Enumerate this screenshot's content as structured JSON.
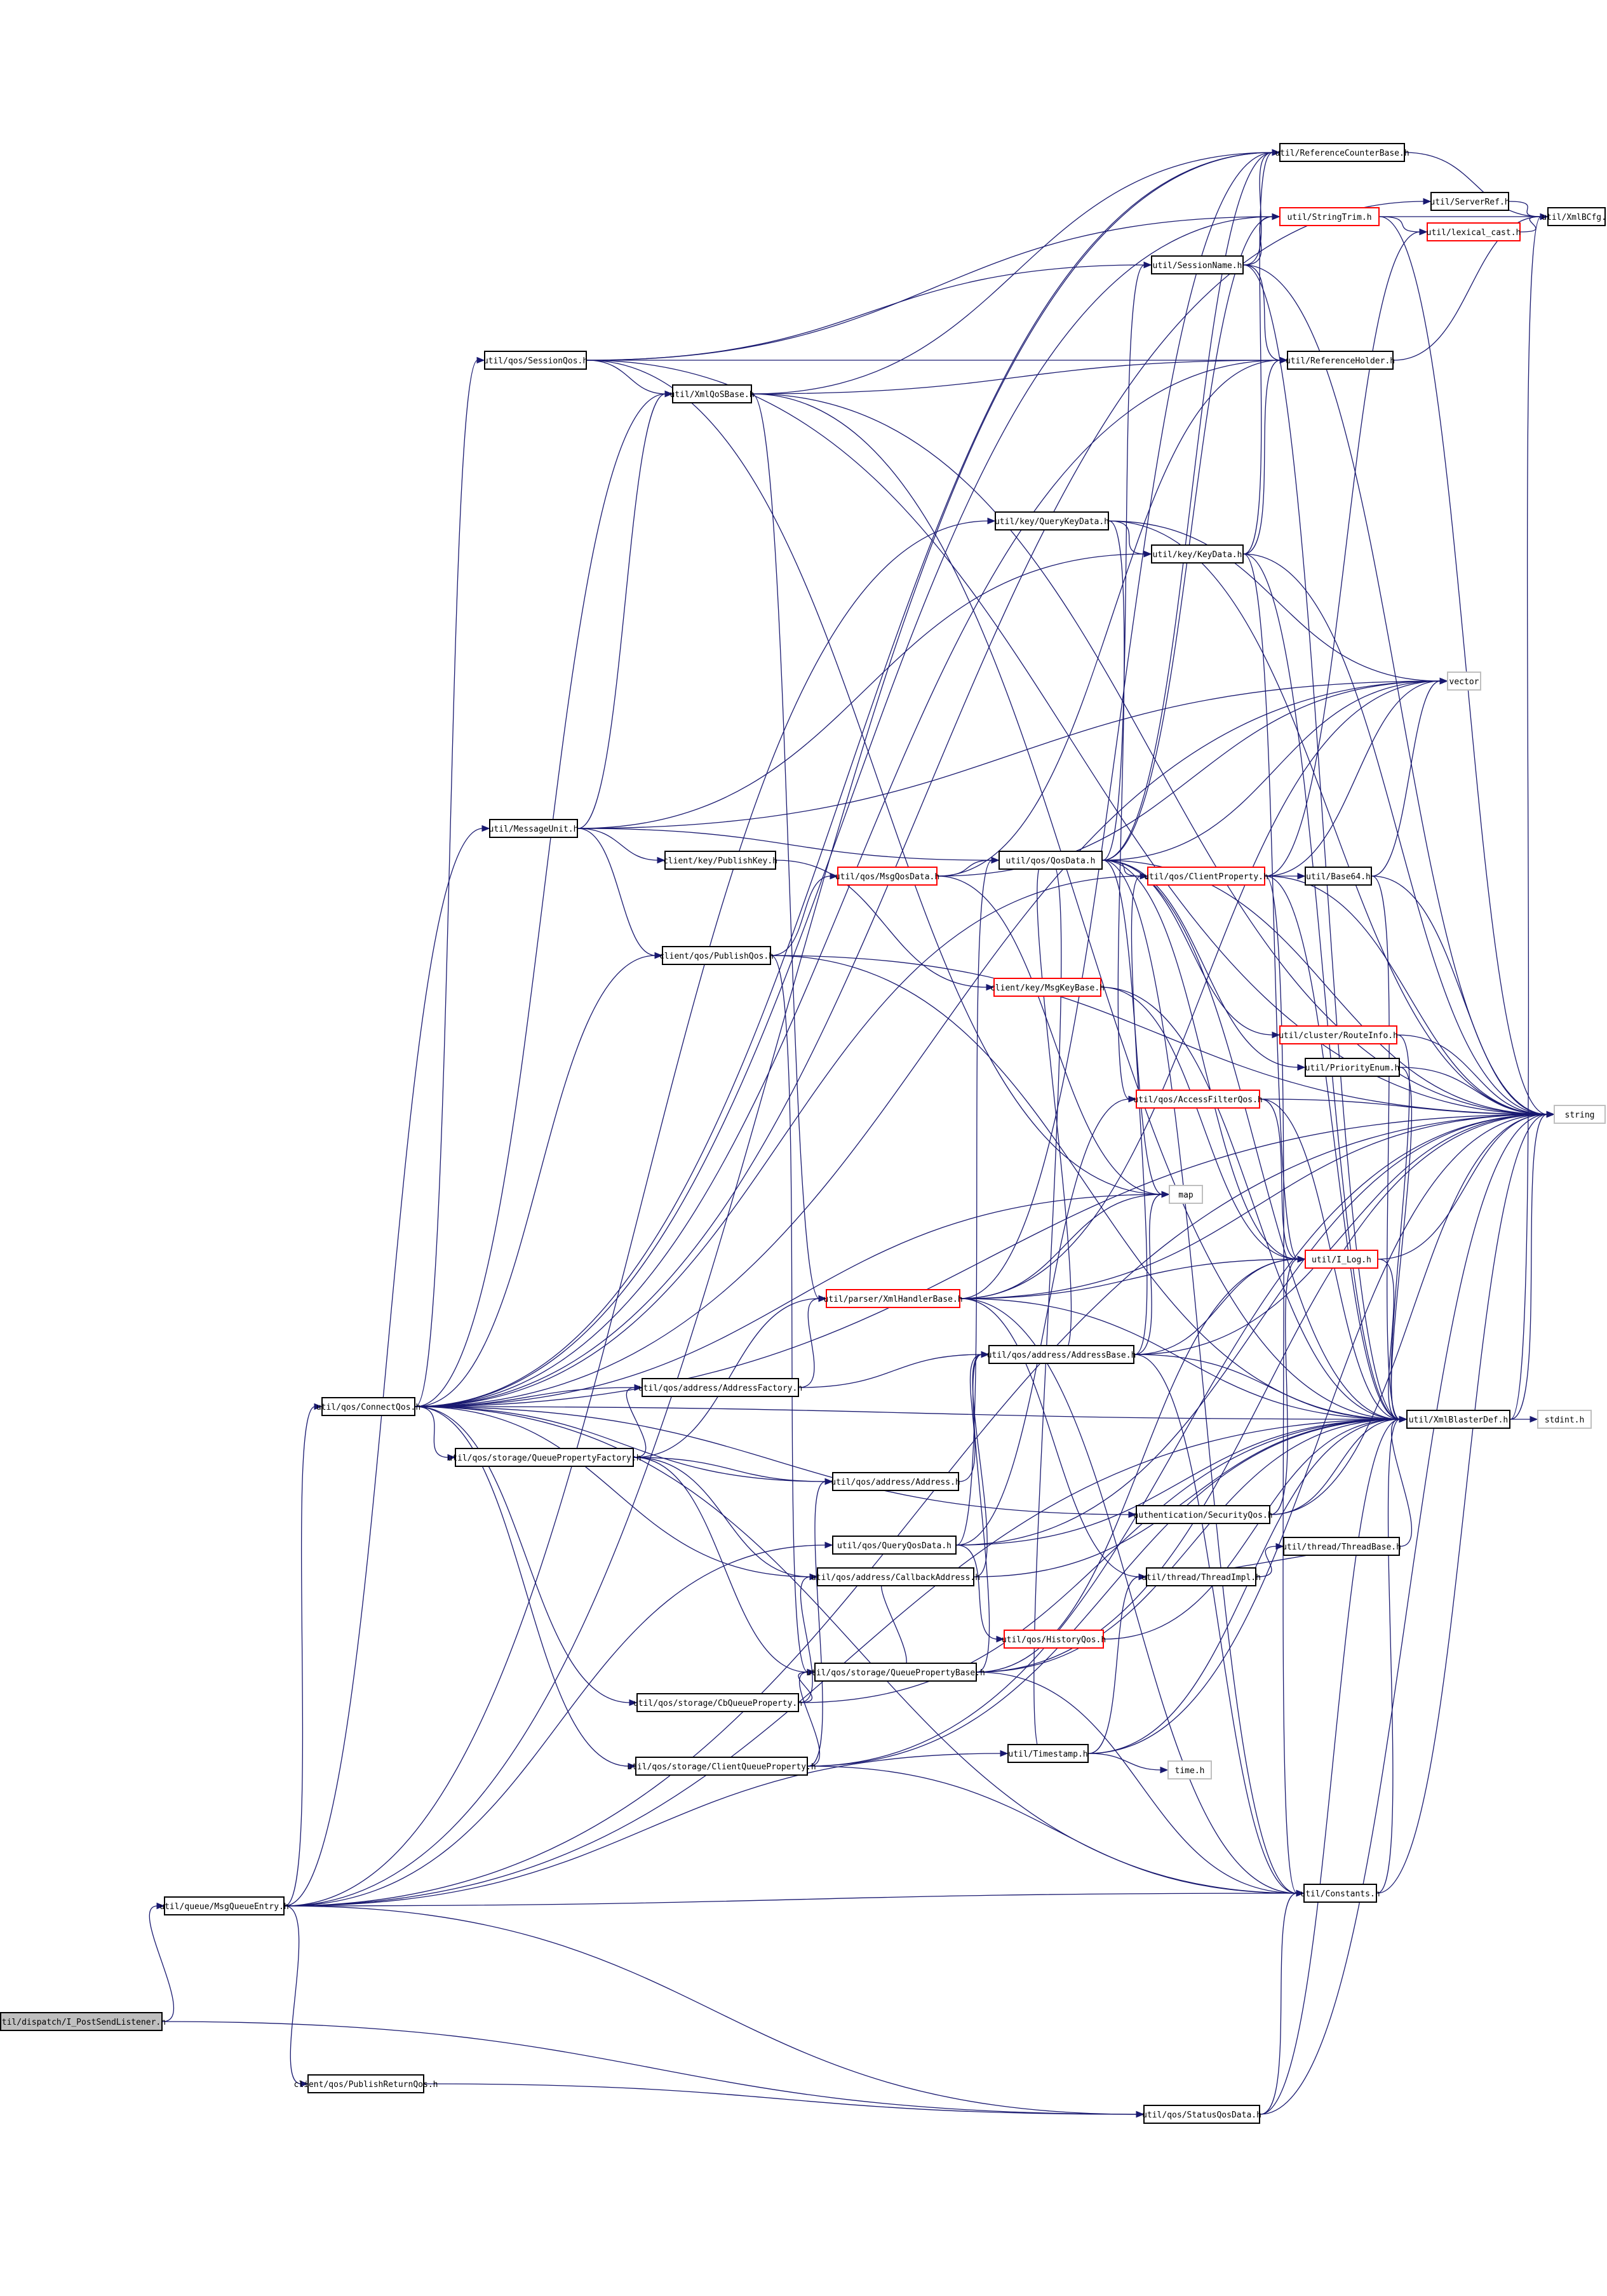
{
  "colors": {
    "edge": "#191970",
    "node_border": "#000000",
    "node_border_incomplete": "#ff0000",
    "node_border_system": "#bfbfbf",
    "root_fill": "#bfbfbf",
    "node_fill": "#ffffff"
  },
  "nodes": [
    {
      "id": "root",
      "label": "util/dispatch/I_PostSendListener.h",
      "style": "root"
    },
    {
      "id": "mqe",
      "label": "util/queue/MsgQueueEntry.h",
      "style": "normal"
    },
    {
      "id": "cqos",
      "label": "util/qos/ConnectQos.h",
      "style": "normal"
    },
    {
      "id": "rcb",
      "label": "util/ReferenceCounterBase.h",
      "style": "normal"
    },
    {
      "id": "sref",
      "label": "util/ServerRef.h",
      "style": "normal"
    },
    {
      "id": "xbcfg",
      "label": "util/XmlBCfg.h",
      "style": "normal"
    },
    {
      "id": "strie",
      "label": "util/StringTrim.h",
      "style": "incomplete"
    },
    {
      "id": "lexc",
      "label": "util/lexical_cast.h",
      "style": "incomplete"
    },
    {
      "id": "sname",
      "label": "util/SessionName.h",
      "style": "normal"
    },
    {
      "id": "sqos",
      "label": "util/qos/SessionQos.h",
      "style": "normal"
    },
    {
      "id": "rholder",
      "label": "util/ReferenceHolder.h",
      "style": "normal"
    },
    {
      "id": "xqb",
      "label": "util/XmlQoSBase.h",
      "style": "normal"
    },
    {
      "id": "qkd",
      "label": "util/key/QueryKeyData.h",
      "style": "normal"
    },
    {
      "id": "kd",
      "label": "util/key/KeyData.h",
      "style": "normal"
    },
    {
      "id": "vector",
      "label": "vector",
      "style": "system"
    },
    {
      "id": "mu",
      "label": "util/MessageUnit.h",
      "style": "normal"
    },
    {
      "id": "pk",
      "label": "client/key/PublishKey.h",
      "style": "normal"
    },
    {
      "id": "qd",
      "label": "util/qos/QosData.h",
      "style": "normal"
    },
    {
      "id": "mqd",
      "label": "util/qos/MsgQosData.h",
      "style": "incomplete"
    },
    {
      "id": "cprop",
      "label": "util/qos/ClientProperty.h",
      "style": "incomplete"
    },
    {
      "id": "b64",
      "label": "util/Base64.h",
      "style": "normal"
    },
    {
      "id": "pqos",
      "label": "client/qos/PublishQos.h",
      "style": "normal"
    },
    {
      "id": "mkb",
      "label": "client/key/MsgKeyBase.h",
      "style": "incomplete"
    },
    {
      "id": "rinfo",
      "label": "util/cluster/RouteInfo.h",
      "style": "incomplete"
    },
    {
      "id": "penum",
      "label": "util/PriorityEnum.h",
      "style": "normal"
    },
    {
      "id": "afq",
      "label": "util/qos/AccessFilterQos.h",
      "style": "incomplete"
    },
    {
      "id": "string",
      "label": "string",
      "style": "system"
    },
    {
      "id": "map",
      "label": "map",
      "style": "system"
    },
    {
      "id": "ilog",
      "label": "util/I_Log.h",
      "style": "incomplete"
    },
    {
      "id": "xhb",
      "label": "util/parser/XmlHandlerBase.h",
      "style": "incomplete"
    },
    {
      "id": "ab",
      "label": "util/qos/address/AddressBase.h",
      "style": "normal"
    },
    {
      "id": "af",
      "label": "util/qos/address/AddressFactory.h",
      "style": "normal"
    },
    {
      "id": "xbdef",
      "label": "util/XmlBlasterDef.h",
      "style": "normal"
    },
    {
      "id": "stdint",
      "label": "stdint.h",
      "style": "system"
    },
    {
      "id": "qpf",
      "label": "util/qos/storage/QueuePropertyFactory.h",
      "style": "normal"
    },
    {
      "id": "addr",
      "label": "util/qos/address/Address.h",
      "style": "normal"
    },
    {
      "id": "secq",
      "label": "authentication/SecurityQos.h",
      "style": "normal"
    },
    {
      "id": "tbase",
      "label": "util/thread/ThreadBase.h",
      "style": "normal"
    },
    {
      "id": "qqd",
      "label": "util/qos/QueryQosData.h",
      "style": "normal"
    },
    {
      "id": "cba",
      "label": "util/qos/address/CallbackAddress.h",
      "style": "normal"
    },
    {
      "id": "timpl",
      "label": "util/thread/ThreadImpl.h",
      "style": "normal"
    },
    {
      "id": "hq",
      "label": "util/qos/HistoryQos.h",
      "style": "incomplete"
    },
    {
      "id": "qpb",
      "label": "util/qos/storage/QueuePropertyBase.h",
      "style": "normal"
    },
    {
      "id": "cbqp",
      "label": "util/qos/storage/CbQueueProperty.h",
      "style": "normal"
    },
    {
      "id": "ts",
      "label": "util/Timestamp.h",
      "style": "normal"
    },
    {
      "id": "timeh",
      "label": "time.h",
      "style": "system"
    },
    {
      "id": "cqp",
      "label": "util/qos/storage/ClientQueueProperty.h",
      "style": "normal"
    },
    {
      "id": "consts",
      "label": "util/Constants.h",
      "style": "normal"
    },
    {
      "id": "prq",
      "label": "client/qos/PublishReturnQos.h",
      "style": "normal"
    },
    {
      "id": "sqd",
      "label": "util/qos/StatusQosData.h",
      "style": "normal"
    }
  ]
}
